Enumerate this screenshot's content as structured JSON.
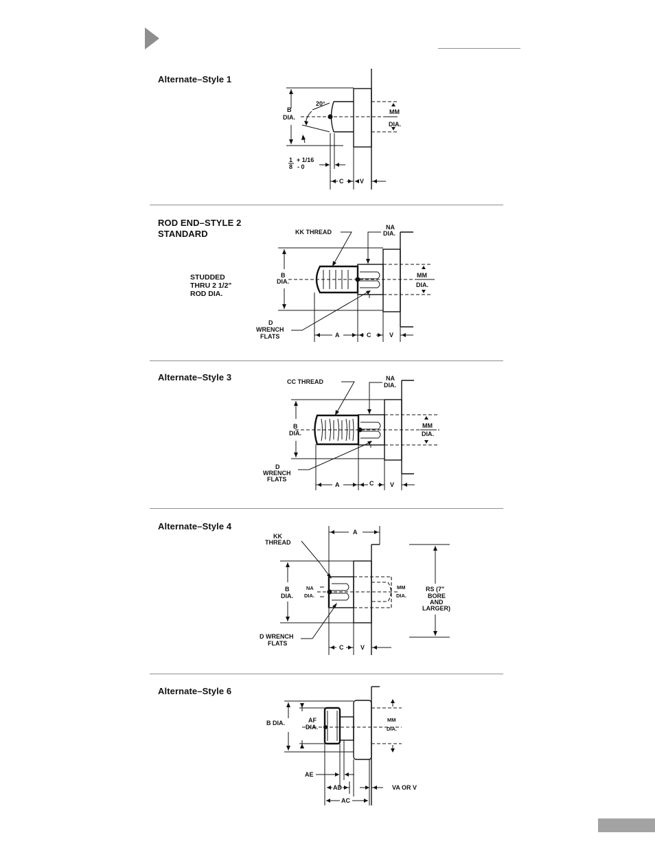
{
  "sections": [
    {
      "title": "Alternate–Style 1",
      "labels": {
        "angle": "20°",
        "b_dia_1": "B",
        "b_dia_2": "DIA.",
        "mm_1": "MM",
        "mm_2": "DIA.",
        "frac_num": "1",
        "frac_den": "8",
        "tol_plus": "+ 1/16",
        "tol_minus": "-  0",
        "c": "C",
        "v": "V"
      }
    },
    {
      "title": "ROD END–STYLE 2",
      "subtitle": "STANDARD",
      "note": [
        "STUDDED",
        "THRU 2 1/2\"",
        "ROD DIA."
      ],
      "labels": {
        "thread": "KK THREAD",
        "na_1": "NA",
        "na_2": "DIA.",
        "b_1": "B",
        "b_2": "DIA.",
        "mm_1": "MM",
        "mm_2": "DIA.",
        "d_1": "D",
        "d_2": "WRENCH",
        "d_3": "FLATS",
        "a": "A",
        "c": "C",
        "v": "V"
      }
    },
    {
      "title": "Alternate–Style 3",
      "labels": {
        "thread": "CC THREAD",
        "na_1": "NA",
        "na_2": "DIA.",
        "b_1": "B",
        "b_2": "DIA.",
        "mm_1": "MM",
        "mm_2": "DIA.",
        "d_1": "D",
        "d_2": "WRENCH",
        "d_3": "FLATS",
        "a": "A",
        "c": "C",
        "v": "V"
      }
    },
    {
      "title": "Alternate–Style 4",
      "labels": {
        "kk_1": "KK",
        "kk_2": "THREAD",
        "a": "A",
        "b_1": "B",
        "b_2": "DIA.",
        "na_1": "NA",
        "na_2": "DIA.",
        "mm_1": "MM",
        "mm_2": "DIA.",
        "rs_1": "RS (7\"",
        "rs_2": "BORE",
        "rs_3": "AND",
        "rs_4": "LARGER)",
        "d_1": "D WRENCH",
        "d_2": "FLATS",
        "c": "C",
        "v": "V"
      }
    },
    {
      "title": "Alternate–Style 6",
      "labels": {
        "b": "B DIA.",
        "af_1": "AF",
        "af_2": "DIA.",
        "mm_1": "MM",
        "mm_2": "DIA.",
        "ae": "AE",
        "ad": "AD",
        "ac": "AC",
        "va": "VA OR V"
      }
    }
  ]
}
